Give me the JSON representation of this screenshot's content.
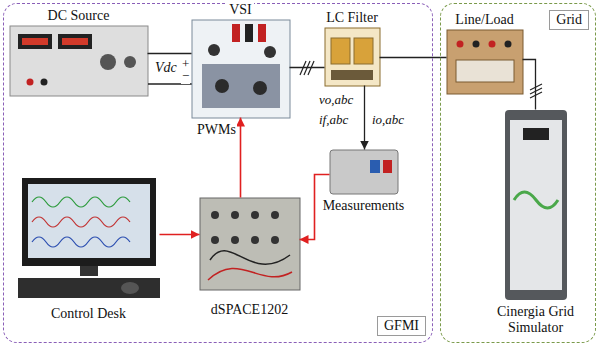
{
  "diagram": {
    "nodes": [
      {
        "text": [
          "GFMI"
        ]
      },
      {
        "text": [
          "DC Source"
        ],
        "in": 0
      },
      {
        "text": [
          "VSI"
        ],
        "in": 0
      },
      {
        "text": [
          "LC Filter"
        ],
        "in": 0
      },
      {
        "text": [
          "Measurements"
        ],
        "in": 0
      },
      {
        "text": [
          "Control Desk"
        ],
        "in": 0
      },
      {
        "text": [
          "dSPACE1202"
        ],
        "in": 0
      },
      {
        "text": [
          "Grid"
        ]
      },
      {
        "text": [
          "Line/Load"
        ],
        "in": 7
      },
      {
        "text": [
          "Cinergia Grid Simulator"
        ],
        "in": 7
      }
    ],
    "edges": [
      {
        "from": 1,
        "to": 2,
        "arrow": "none",
        "label": "Vdc"
      },
      {
        "from": 2,
        "to": 3,
        "arrow": "none"
      },
      {
        "from": 3,
        "to": 8,
        "arrow": "none"
      },
      {
        "from": 8,
        "to": 9,
        "arrow": "none"
      },
      {
        "from": 3,
        "to": 4,
        "arrow": "to"
      },
      {
        "from": 4,
        "to": 6,
        "arrow": "to"
      },
      {
        "from": 6,
        "to": 2,
        "arrow": "to",
        "label": "PWMs"
      },
      {
        "from": 5,
        "to": 6,
        "arrow": "to"
      }
    ],
    "labels": [
      "+",
      "−",
      "vo,abc",
      "if,abc",
      "io,abc"
    ]
  }
}
